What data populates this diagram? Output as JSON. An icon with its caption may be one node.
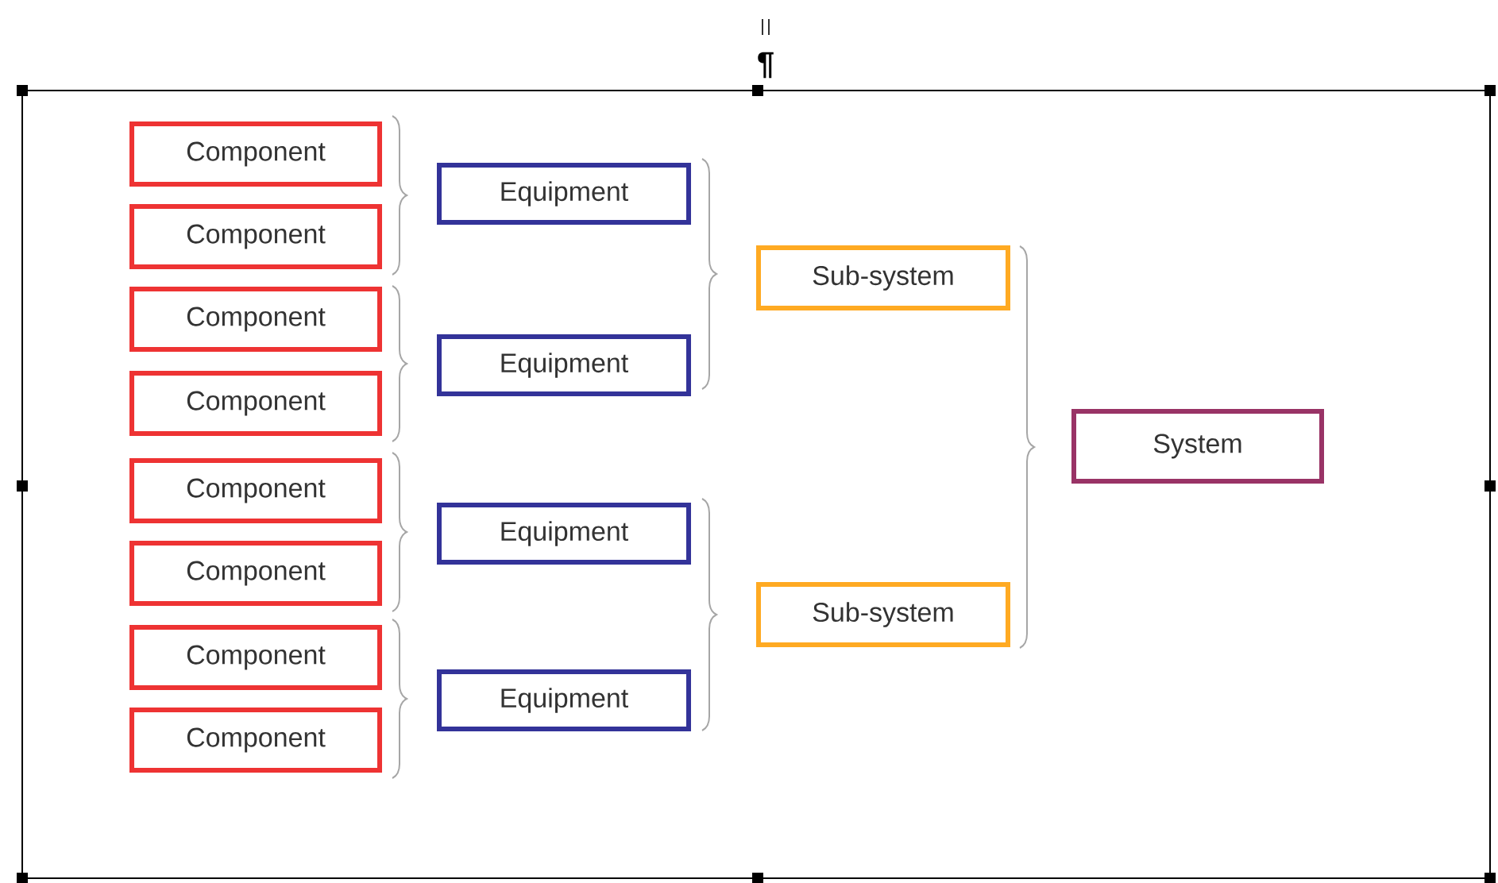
{
  "diagram": {
    "nodes": [
      {
        "text": [
          "Component"
        ]
      },
      {
        "text": [
          "Component"
        ]
      },
      {
        "text": [
          "Component"
        ]
      },
      {
        "text": [
          "Component"
        ]
      },
      {
        "text": [
          "Component"
        ]
      },
      {
        "text": [
          "Component"
        ]
      },
      {
        "text": [
          "Component"
        ]
      },
      {
        "text": [
          "Component"
        ]
      },
      {
        "text": [
          "Equipment"
        ]
      },
      {
        "text": [
          "Equipment"
        ]
      },
      {
        "text": [
          "Equipment"
        ]
      },
      {
        "text": [
          "Equipment"
        ]
      },
      {
        "text": [
          "Sub-system"
        ]
      },
      {
        "text": [
          "Sub-system"
        ]
      },
      {
        "text": [
          "System"
        ]
      }
    ],
    "labels": [
      "¶"
    ]
  }
}
